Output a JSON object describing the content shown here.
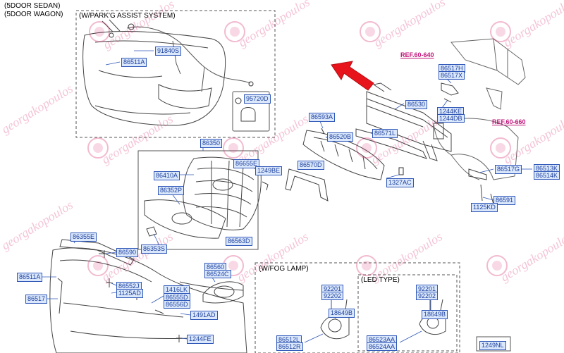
{
  "headers": {
    "sedan": "(5DOOR SEDAN)",
    "wagon": "(5DOOR WAGON)",
    "parking": "(W/PARK'G ASSIST SYSTEM)",
    "fog": "(W/FOG LAMP)",
    "led": "(LED TYPE)"
  },
  "refs": {
    "ref_640": "REF.60-640",
    "ref_660": "REF.60-660"
  },
  "parts": {
    "p91840S": "91840S",
    "p86511A_top": "86511A",
    "p95720D": "95720D",
    "p86530": "86530",
    "p86517H": "86517H",
    "p86517X": "86517X",
    "p1244KE": "1244KE",
    "p1244DB": "1244DB",
    "p86593A": "86593A",
    "p86520B": "86520B",
    "p86571L": "86571L",
    "p86350": "86350",
    "p86655E": "86655E",
    "p1249BE": "1249BE",
    "p86410A": "86410A",
    "p86570D": "86570D",
    "p1327AC": "1327AC",
    "p86517G": "86517G",
    "p86513K": "86513K",
    "p86514K": "86514K",
    "p86352P": "86352P",
    "p86591": "86591",
    "p1125KD": "1125KD",
    "p86563D": "86563D",
    "p86353S": "86353S",
    "p86355E": "86355E",
    "p86590": "86590",
    "p86511A_bot": "86511A",
    "p86552J": "86552J",
    "p1125AD": "1125AD",
    "p86560": "86560",
    "p86524C": "86524C",
    "p1416LK": "1416LK",
    "p86555D": "86555D",
    "p86556D": "86556D",
    "p86517": "86517",
    "p1491AD": "1491AD",
    "p1244FE": "1244FE",
    "p92201_fog": "92201",
    "p92202_fog": "92202",
    "p18649B_fog": "18649B",
    "p92201_led": "92201",
    "p92202_led": "92202",
    "p18649B_led": "18649B",
    "p86512L": "86512L",
    "p86512R": "86512R",
    "p86523AA": "86523AA",
    "p86524AA": "86524AA",
    "p1249NL": "1249NL"
  },
  "watermark": {
    "text": "georgakopoulos",
    "color": "#d6286e"
  },
  "colors": {
    "label_text": "#1c3f9e",
    "label_bg": "#dbe8fb",
    "ref": "#c0177a",
    "arrow": "#e8141b"
  }
}
